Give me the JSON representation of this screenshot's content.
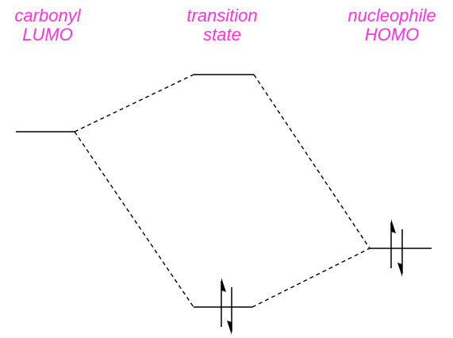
{
  "labels": {
    "carbonyl_line1": "carbonyl",
    "carbonyl_line2": "LUMO",
    "ts_line1": "transition",
    "ts_line2": "state",
    "nucleophile_line1": "nucleophile",
    "nucleophile_line2": "HOMO"
  },
  "colors": {
    "label": "#ff33dd",
    "lines": "#000000"
  },
  "icons": {
    "electron_pair": "up-down-half-arrow-pair"
  }
}
